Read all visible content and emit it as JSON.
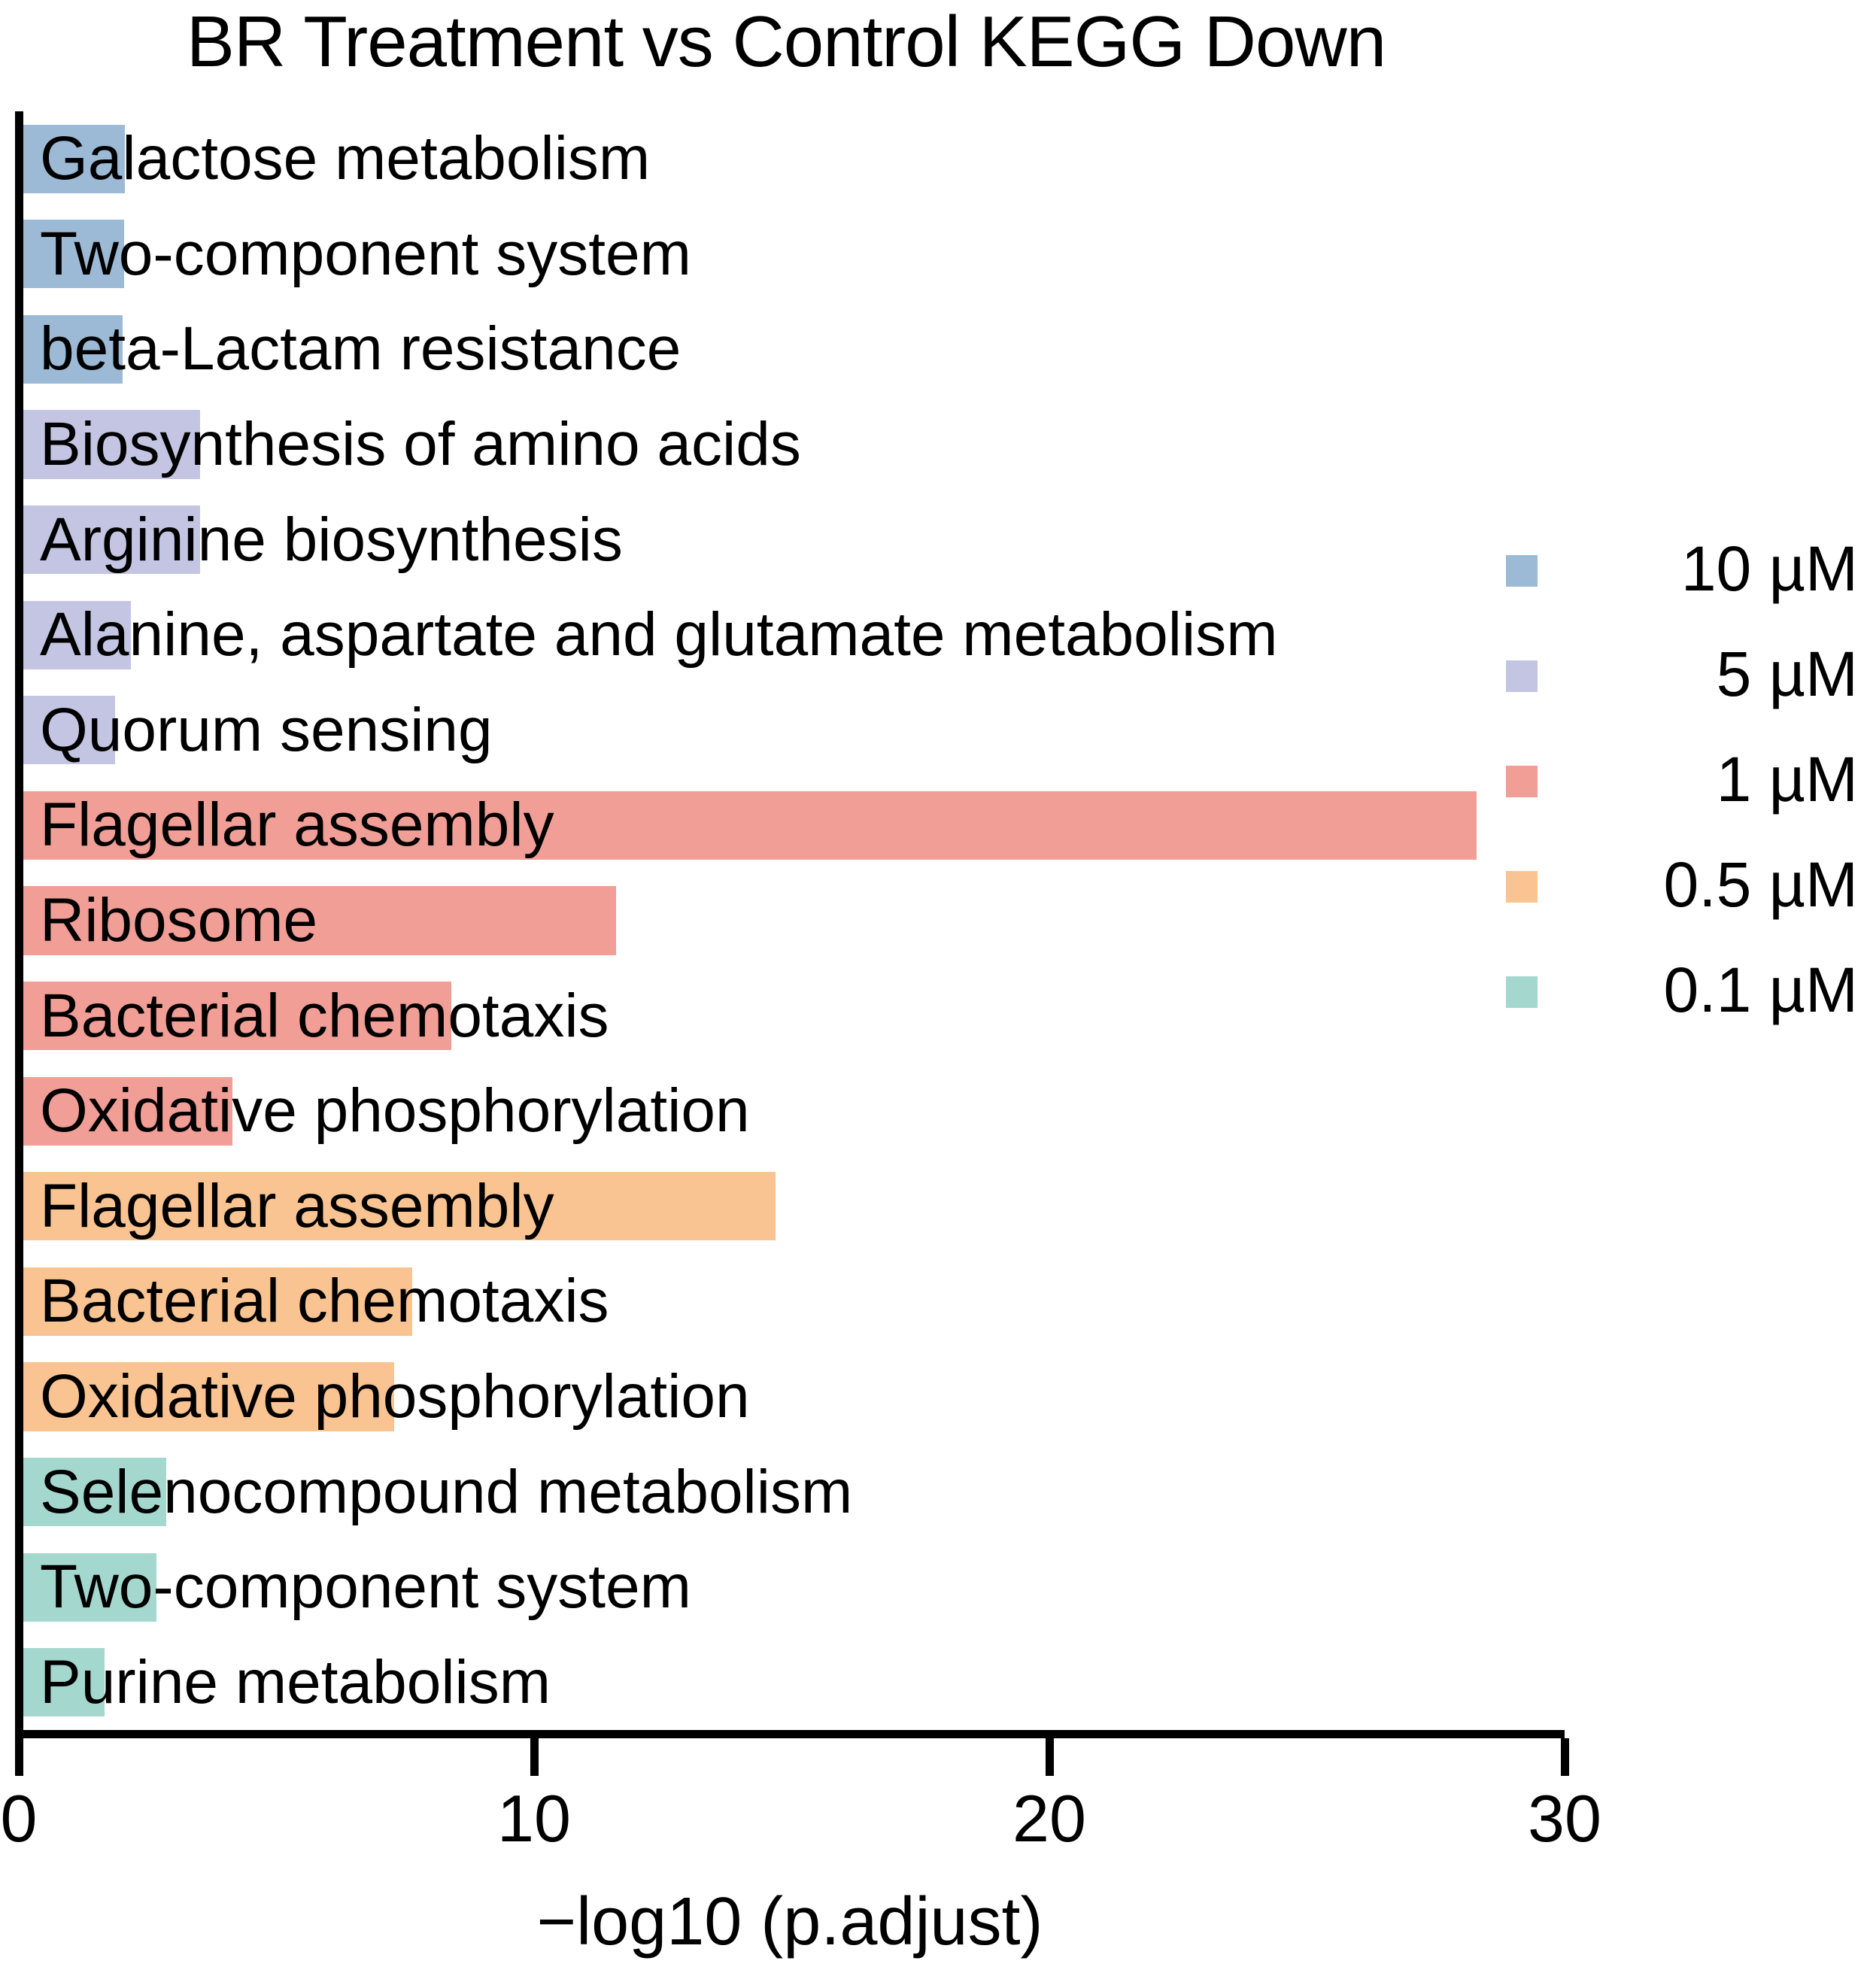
{
  "chart_data": {
    "type": "bar",
    "orientation": "horizontal",
    "title": "BR Treatment vs Control KEGG Down",
    "xlabel": "−log10 (p.adjust)",
    "ylabel": "",
    "xlim": [
      0,
      30
    ],
    "xticks": [
      0,
      10,
      20,
      30
    ],
    "xtick_labels": [
      "0",
      "10",
      "20",
      "30"
    ],
    "grid": false,
    "legend_position": "right",
    "legend_title": "",
    "series": [
      {
        "name": "10 µM",
        "color": "#9CBAD5"
      },
      {
        "name": "5 µM",
        "color": "#C4C5E2"
      },
      {
        "name": "1 µM",
        "color": "#F09E96"
      },
      {
        "name": "0.5 µM",
        "color": "#F9C491"
      },
      {
        "name": "0.1 µM",
        "color": "#A4D7CE"
      }
    ],
    "categories": [
      "Galactose metabolism",
      "Two-component system",
      "beta-Lactam resistance",
      "Biosynthesis of amino acids",
      "Arginine biosynthesis",
      "Alanine, aspartate and glutamate metabolism",
      "Quorum sensing",
      "Flagellar assembly",
      "Ribosome",
      "Bacterial chemotaxis",
      "Oxidative phosphorylation",
      "Flagellar assembly",
      "Bacterial chemotaxis",
      "Oxidative phosphorylation",
      "Selenocompound metabolism",
      "Two-component system",
      "Purine metabolism"
    ],
    "values": [
      1.97,
      1.95,
      1.92,
      3.43,
      3.43,
      2.09,
      1.78,
      28.2,
      11.5,
      8.3,
      4.06,
      14.6,
      7.55,
      7.2,
      2.77,
      2.58,
      1.58
    ],
    "groups": [
      "10 µM",
      "10 µM",
      "10 µM",
      "5 µM",
      "5 µM",
      "5 µM",
      "5 µM",
      "1 µM",
      "1 µM",
      "1 µM",
      "1 µM",
      "0.5 µM",
      "0.5 µM",
      "0.5 µM",
      "0.1 µM",
      "0.1 µM",
      "0.1 µM"
    ],
    "bars": [
      {
        "label": "Galactose metabolism",
        "value": 1.97,
        "group": "10 µM",
        "color": "#9CBAD5"
      },
      {
        "label": "Two-component system",
        "value": 1.95,
        "group": "10 µM",
        "color": "#9CBAD5"
      },
      {
        "label": "beta-Lactam resistance",
        "value": 1.92,
        "group": "10 µM",
        "color": "#9CBAD5"
      },
      {
        "label": "Biosynthesis of amino acids",
        "value": 3.43,
        "group": "5 µM",
        "color": "#C4C5E2"
      },
      {
        "label": "Arginine biosynthesis",
        "value": 3.43,
        "group": "5 µM",
        "color": "#C4C5E2"
      },
      {
        "label": "Alanine, aspartate and glutamate metabolism",
        "value": 2.09,
        "group": "5 µM",
        "color": "#C4C5E2"
      },
      {
        "label": "Quorum sensing",
        "value": 1.78,
        "group": "5 µM",
        "color": "#C4C5E2"
      },
      {
        "label": "Flagellar assembly",
        "value": 28.2,
        "group": "1 µM",
        "color": "#F09E96"
      },
      {
        "label": "Ribosome",
        "value": 11.5,
        "group": "1 µM",
        "color": "#F09E96"
      },
      {
        "label": "Bacterial chemotaxis",
        "value": 8.3,
        "group": "1 µM",
        "color": "#F09E96"
      },
      {
        "label": "Oxidative phosphorylation",
        "value": 4.06,
        "group": "1 µM",
        "color": "#F09E96"
      },
      {
        "label": "Flagellar assembly",
        "value": 14.6,
        "group": "0.5 µM",
        "color": "#F9C491"
      },
      {
        "label": "Bacterial chemotaxis",
        "value": 7.55,
        "group": "0.5 µM",
        "color": "#F9C491"
      },
      {
        "label": "Oxidative phosphorylation",
        "value": 7.2,
        "group": "0.5 µM",
        "color": "#F9C491"
      },
      {
        "label": "Selenocompound metabolism",
        "value": 2.77,
        "group": "0.1 µM",
        "color": "#A4D7CE"
      },
      {
        "label": "Two-component system",
        "value": 2.58,
        "group": "0.1 µM",
        "color": "#A4D7CE"
      },
      {
        "label": "Purine metabolism",
        "value": 1.58,
        "group": "0.1 µM",
        "color": "#A4D7CE"
      }
    ]
  },
  "legend": {
    "items": [
      {
        "label": "10 µM",
        "color": "#9CBAD5"
      },
      {
        "label": "5 µM",
        "color": "#C4C5E2"
      },
      {
        "label": "1 µM",
        "color": "#F09E96"
      },
      {
        "label": "0.5 µM",
        "color": "#F9C491"
      },
      {
        "label": "0.1 µM",
        "color": "#A4D7CE"
      }
    ]
  }
}
